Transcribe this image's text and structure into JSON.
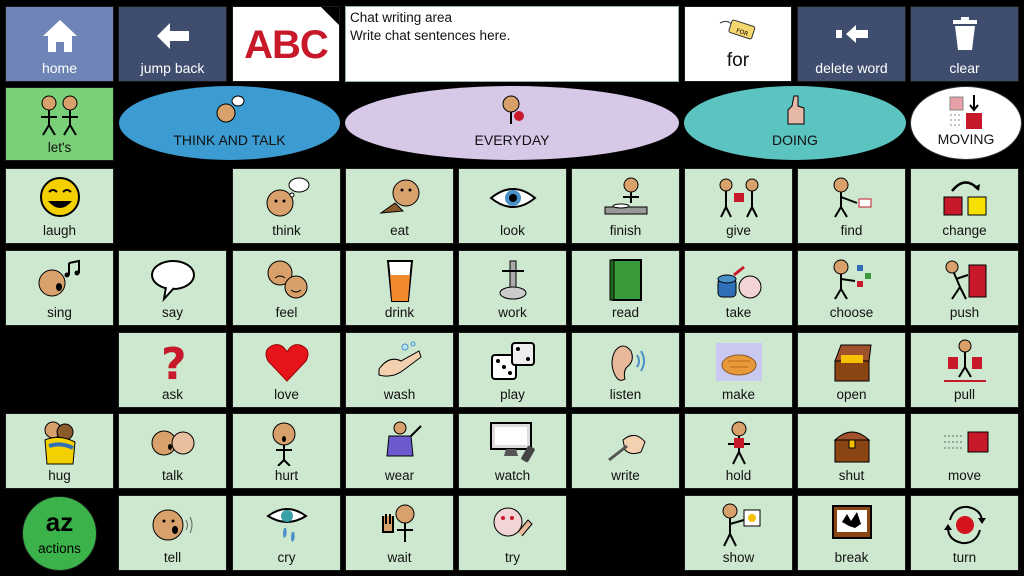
{
  "toolbar": {
    "home": "home",
    "jump_back": "jump back",
    "abc": "ABC",
    "chat_title": "Chat writing area",
    "chat_hint": "Write chat sentences here.",
    "for": "for",
    "delete_word": "delete word",
    "clear": "clear"
  },
  "categories": {
    "lets": "let's",
    "think_talk": "THINK AND TALK",
    "everyday": "EVERYDAY",
    "doing": "DOING",
    "moving": "MOVING"
  },
  "words": {
    "laugh": "laugh",
    "think": "think",
    "eat": "eat",
    "look": "look",
    "finish": "finish",
    "give": "give",
    "find": "find",
    "change": "change",
    "sing": "sing",
    "say": "say",
    "feel": "feel",
    "drink": "drink",
    "work": "work",
    "read": "read",
    "take": "take",
    "choose": "choose",
    "push": "push",
    "ask": "ask",
    "love": "love",
    "wash": "wash",
    "play": "play",
    "listen": "listen",
    "make": "make",
    "open": "open",
    "pull": "pull",
    "hug": "hug",
    "talk": "talk",
    "hurt": "hurt",
    "wear": "wear",
    "watch": "watch",
    "write": "write",
    "hold": "hold",
    "shut": "shut",
    "move": "move",
    "actions_az": "az",
    "actions": "actions",
    "tell": "tell",
    "cry": "cry",
    "wait": "wait",
    "try": "try",
    "show": "show",
    "break": "break",
    "turn": "turn"
  },
  "colors": {
    "toolbar_dark": "#3f4e6e",
    "toolbar_home": "#6e84b6",
    "cell_green": "#cde8cf",
    "think_talk": "#3c9bd0",
    "everyday": "#d8c8e8",
    "doing": "#5cc4c0",
    "lets": "#79d078",
    "actions": "#3cb34a"
  }
}
